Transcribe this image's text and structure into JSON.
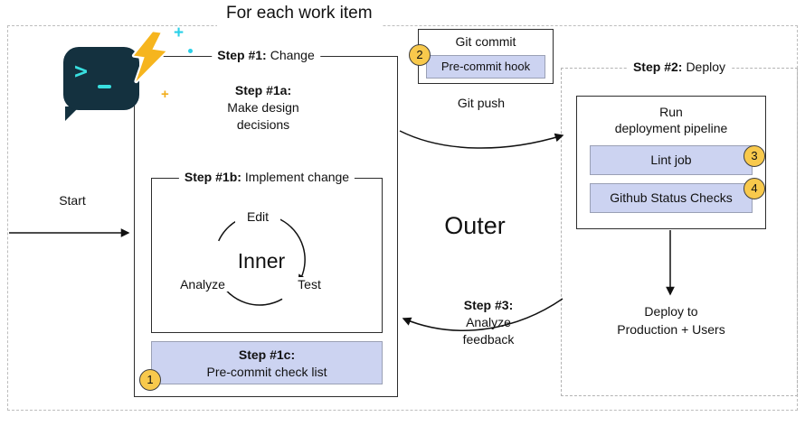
{
  "diagram": {
    "title": "For each work item",
    "start_label": "Start",
    "git_push_label": "Git push",
    "outer_label": "Outer",
    "inner_label": "Inner"
  },
  "icons": {
    "terminal_chevron_glyph": ">",
    "sparkle_plus_glyph": "+"
  },
  "colors": {
    "lavender_fill": "#ccd3f1",
    "badge_fill": "#f8c94c",
    "terminal_bg": "#14313f",
    "terminal_accent": "#39dfe0",
    "lightning": "#f6b51e"
  },
  "step1": {
    "title_bold": "Step #1:",
    "title_rest": "Change",
    "step1a": {
      "title_bold": "Step #1a:",
      "text": "Make design decisions"
    },
    "step1b": {
      "title_bold": "Step #1b:",
      "title_rest": "Implement change",
      "cycle_top": "Edit",
      "cycle_right": "Test",
      "cycle_left": "Analyze"
    },
    "step1c": {
      "title_bold": "Step #1c:",
      "text": "Pre-commit check list",
      "badge": "1"
    }
  },
  "git_commit": {
    "title": "Git commit",
    "hook_label": "Pre-commit hook",
    "badge": "2"
  },
  "step2": {
    "title_bold": "Step #2:",
    "title_rest": "Deploy",
    "pipeline": {
      "title_line1": "Run",
      "title_line2": "deployment pipeline",
      "lint": {
        "label": "Lint job",
        "badge": "3"
      },
      "status_checks": {
        "label": "Github Status Checks",
        "badge": "4"
      }
    },
    "deploy_line1": "Deploy to",
    "deploy_line2": "Production + Users"
  },
  "step3": {
    "title_bold": "Step #3:",
    "line1": "Analyze",
    "line2": "feedback"
  }
}
